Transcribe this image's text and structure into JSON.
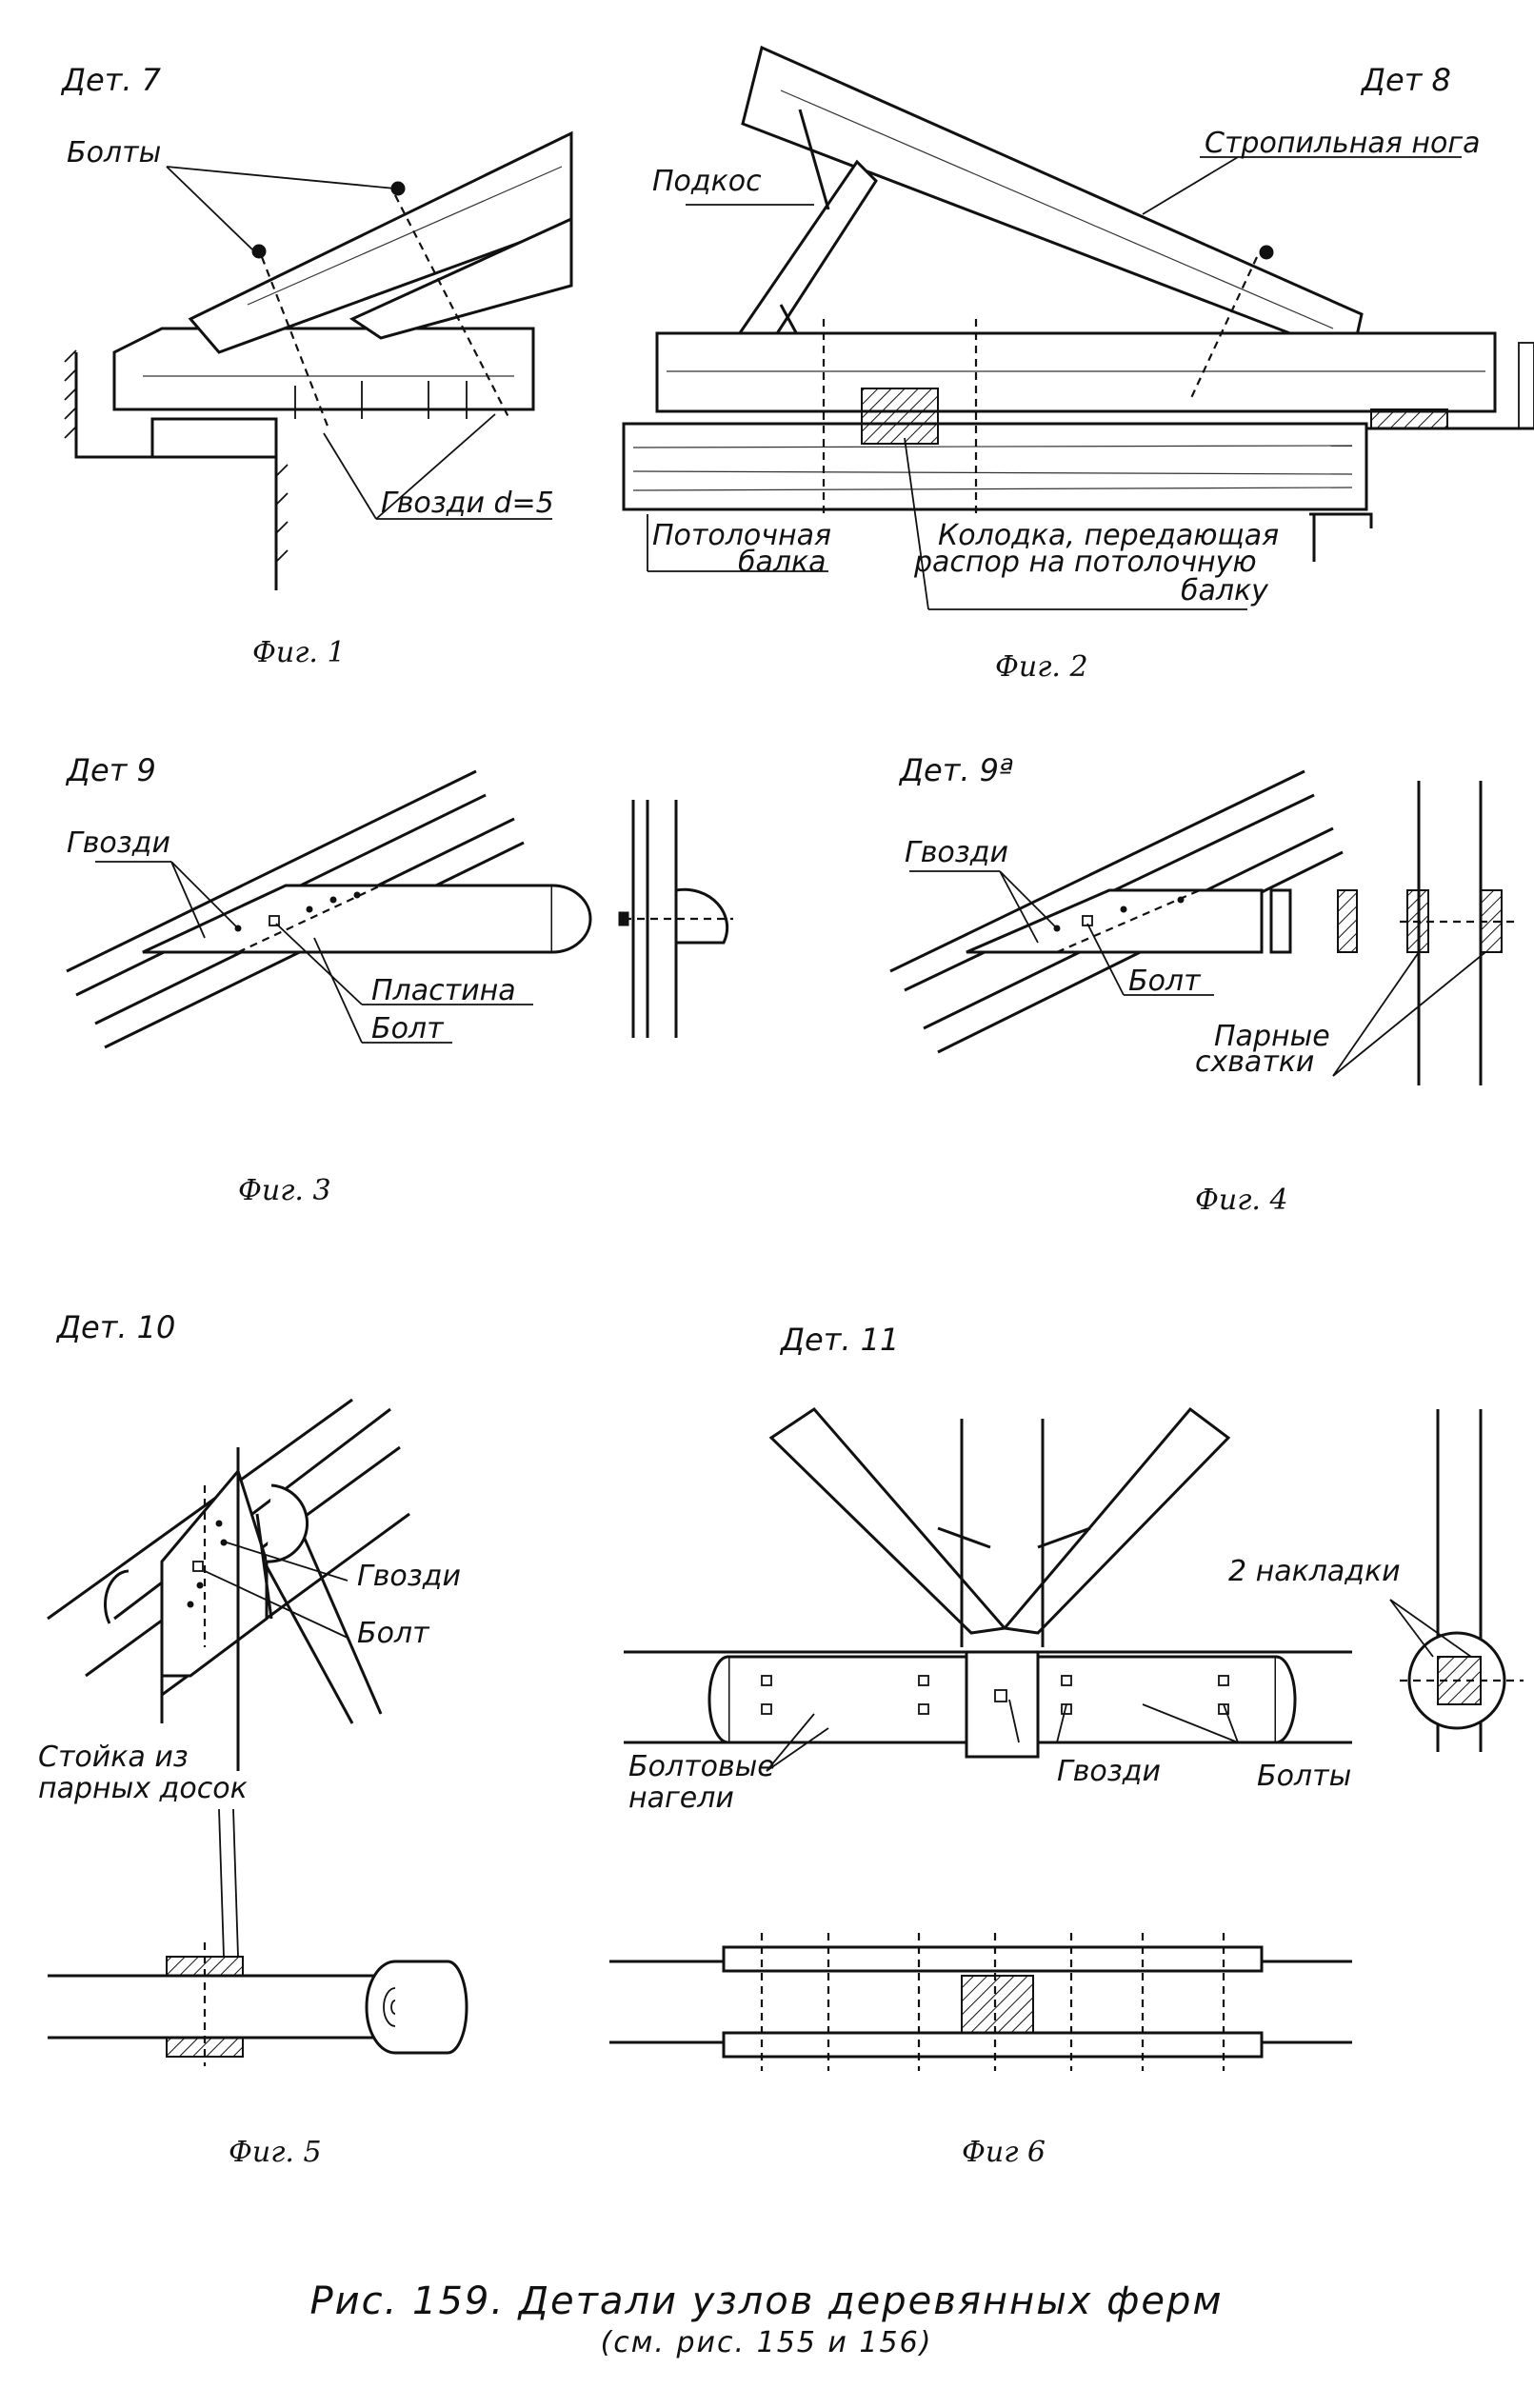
{
  "details": {
    "det7": "Дет. 7",
    "det8": "Дет 8",
    "det9": "Дет 9",
    "det9a": "Дет. 9ª",
    "det10": "Дет. 10",
    "det11": "Дет. 11"
  },
  "figures": {
    "fig1": "Фиг. 1",
    "fig2": "Фиг. 2",
    "fig3": "Фиг. 3",
    "fig4": "Фиг. 4",
    "fig5": "Фиг. 5",
    "fig6": "Фиг 6"
  },
  "labels": {
    "bolty": "Болты",
    "gvozdi_d5": "Гвозди d=5",
    "podkos": "Подкос",
    "stropilnaya_noga": "Стропильная нога",
    "potolochnaya_balka_1": "Потолочная",
    "potolochnaya_balka_2": "балка",
    "kolodka_1": "Колодка, передающая",
    "kolodka_2": "распор на потолочную",
    "kolodka_3": "балку",
    "gvozdi": "Гвозди",
    "plastina": "Пластина",
    "bolt": "Болт",
    "parnye_1": "Парные",
    "parnye_2": "схватки",
    "stoyka_1": "Стойка из",
    "stoyka_2": "парных досок",
    "nakladki": "2 накладки",
    "boltovye_1": "Болтовые",
    "boltovye_2": "нагели"
  },
  "caption": {
    "title": "Рис. 159. Детали узлов деревянных ферм",
    "subtitle": "(см. рис. 155 и 156)"
  }
}
